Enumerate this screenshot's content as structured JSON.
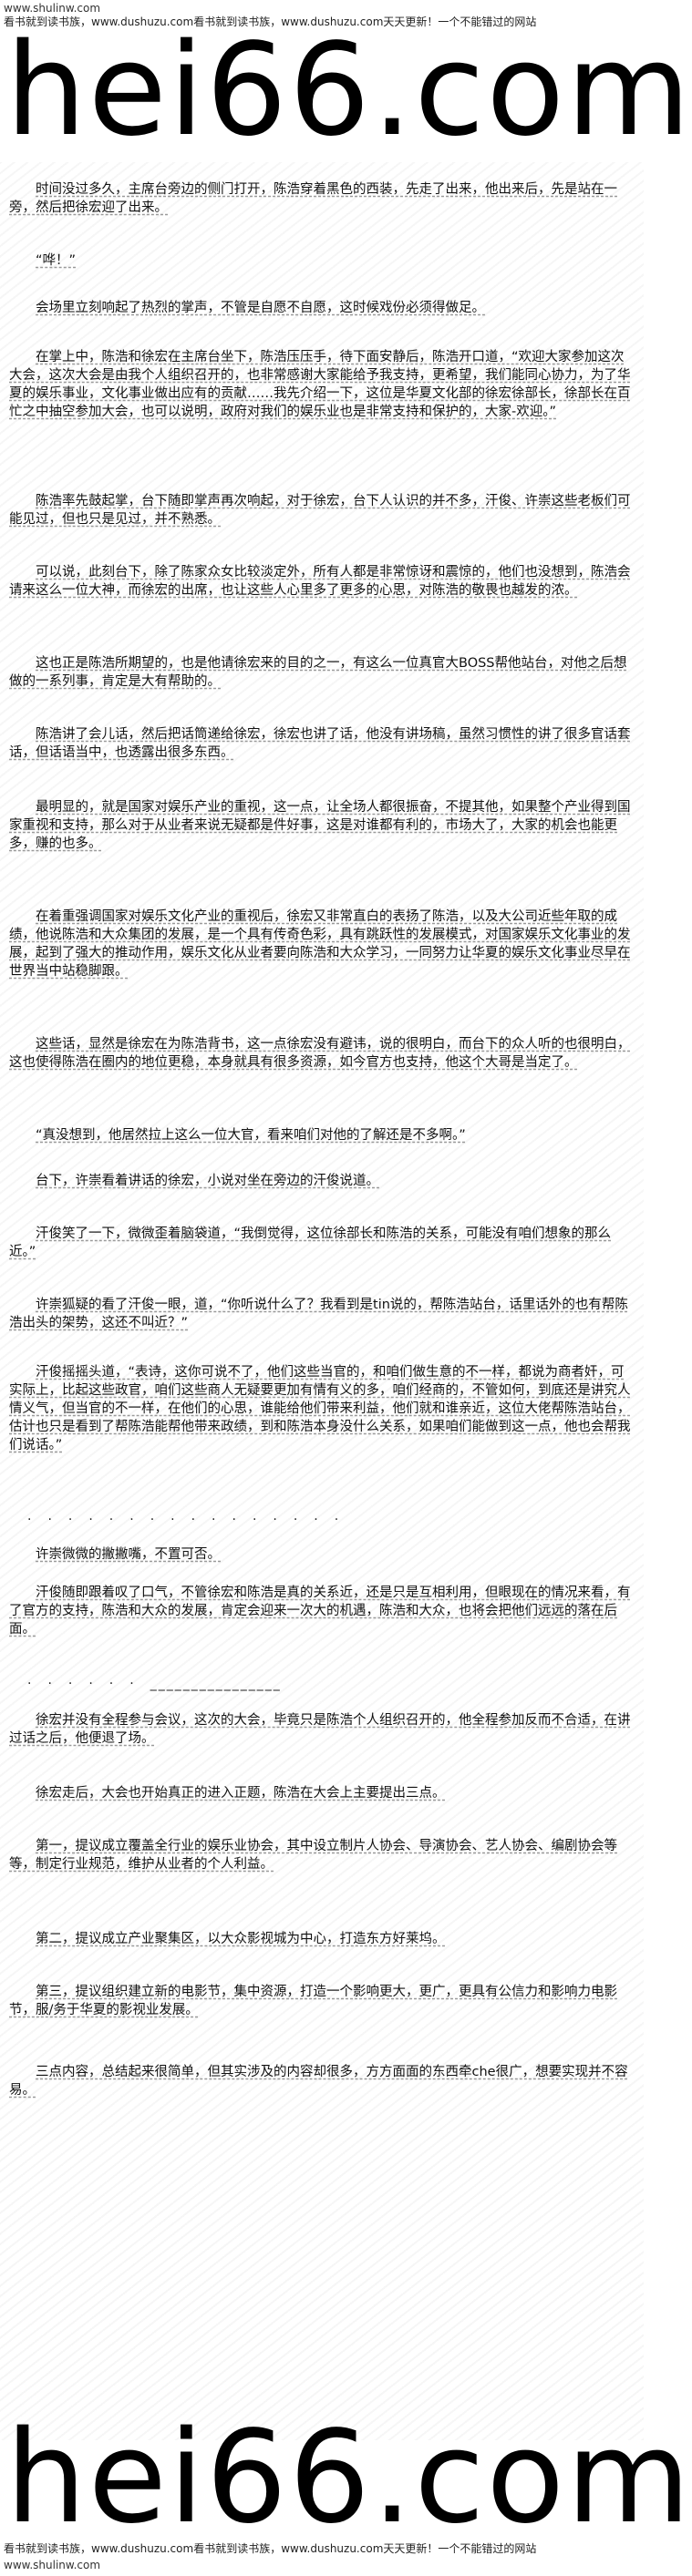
{
  "header": {
    "site_url": "www.shulinw.com",
    "banner": "看书就到读书族，www.dushuzu.com看书就到读书族，www.dushuzu.com天天更新！一个不能错过的网站",
    "logo_text": "hei66.com"
  },
  "article": {
    "paragraphs": [
      "时间没过多久，主席台旁边的侧门打开，陈浩穿着黑色的西装，先走了出来，他出来后，先是站在一旁，然后把徐宏迎了出来。",
      "“哗！”",
      "会场里立刻响起了热烈的掌声，不管是自愿不自愿，这时候戏份必须得做足。",
      "在掌上中，陈浩和徐宏在主席台坐下，陈浩压压手，待下面安静后，陈浩开口道，“欢迎大家参加这次大会，这次大会是由我个人组织召开的，也非常感谢大家能给予我支持，更希望，我们能同心协力，为了华夏的娱乐事业，文化事业做出应有的贡献……我先介绍一下，这位是华夏文化部的徐宏徐部长，徐部长在百忙之中抽空参加大会，也可以说明，政府对我们的娱乐业也是非常支持和保护的，大家-欢迎。”",
      "陈浩率先鼓起掌，台下随即掌声再次响起，对于徐宏，台下人认识的并不多，汗俊、许崇这些老板们可能见过，但也只是见过，并不熟悉。",
      "可以说，此刻台下，除了陈家众女比较淡定外，所有人都是非常惊讶和震惊的，他们也没想到，陈浩会请来这么一位大神，而徐宏的出席，也让这些人心里多了更多的心思，对陈浩的敬畏也越发的浓。",
      "这也正是陈浩所期望的，也是他请徐宏来的目的之一，有这么一位真官大BOSS帮他站台，对他之后想做的一系列事，肯定是大有帮助的。",
      "陈浩讲了会儿话，然后把话筒递给徐宏，徐宏也讲了话，他没有讲场稿，虽然习惯性的讲了很多官话套话，但话语当中，也透露出很多东西。",
      "最明显的，就是国家对娱乐产业的重视，这一点，让全场人都很振奋，不提其他，如果整个产业得到国家重视和支持，那么对于从业者来说无疑都是件好事，这是对谁都有利的，市场大了，大家的机会也能更多，赚的也多。",
      "在着重强调国家对娱乐文化产业的重视后，徐宏又非常直白的表扬了陈浩，以及大公司近些年取的成绩，他说陈浩和大众集团的发展，是一个具有传奇色彩，具有跳跃性的发展模式，对国家娱乐文化事业的发展，起到了强大的推动作用，娱乐文化从业者要向陈浩和大众学习，一同努力让华夏的娱乐文化事业尽早在世界当中站稳脚跟。",
      "这些话，显然是徐宏在为陈浩背书，这一点徐宏没有避讳，说的很明白，而台下的众人听的也很明白，这也使得陈浩在圈内的地位更稳，本身就具有很多资源，如今官方也支持，他这个大哥是当定了。",
      "“真没想到，他居然拉上这么一位大官，看来咱们对他的了解还是不多啊。”",
      "台下，许崇看着讲话的徐宏，小说对坐在旁边的汗俊说道。",
      "汗俊笑了一下，微微歪着脑袋道，“我倒觉得，这位徐部长和陈浩的关系，可能没有咱们想象的那么近。”",
      "许崇狐疑的看了汗俊一眼，道，“你听说什么了？我看到是tin说的，帮陈浩站台，话里话外的也有帮陈浩出头的架势，这还不叫近？”",
      "汗俊摇摇头道，“表诗，这你可说不了，他们这些当官的，和咱们做生意的不一样，都说为商者奸，可实际上，比起这些政官，咱们这些商人无疑要更加有情有义的多，咱们经商的，不管如何，到底还是讲究人情义气，但当官的不一样，在他们的心思，谁能给他们带来利益，他们就和谁亲近，这位大佬帮陈浩站台，估计也只是看到了帮陈浩能帮他带来政绩，到和陈浩本身没什么关系，如果咱们能做到这一点，他也会帮我们说话。”",
      "许崇微微的撇撇嘴，不置可否。",
      "汗俊随即跟着叹了口气，不管徐宏和陈浩是真的关系近，还是只是互相利用，但眼现在的情况来看，有了官方的支持，陈浩和大众的发展，肯定会迎来一次大的机遇，陈浩和大众，也将会把他们远远的落在后面。",
      "徐宏并没有全程参与会议，这次的大会，毕竟只是陈浩个人组织召开的，他全程参加反而不合适，在讲过话之后，他便退了场。",
      "徐宏走后，大会也开始真正的进入正题，陈浩在大会上主要提出三点。",
      "第一，提议成立覆盖全行业的娱乐业协会，其中设立制片人协会、导演协会、艺人协会、编剧协会等等，制定行业规范，维护从业者的个人利益。",
      "第二，提议成立产业聚集区，以大众影视城为中心，打造东方好莱坞。",
      "第三，提议组织建立新的电影节，集中资源，打造一个影响更大，更广，更具有公信力和影响力电影节，服/务于华夏的影视业发展。",
      "三点内容，总结起来很简单，但其实涉及的内容却很多，方方面面的东西牵che很广，想要实现并不容易。"
    ],
    "separators": [
      "·　·　·　·　·　·　·　·　·　·　·　·　·　·　·　·",
      "·　·　·　·　·　·　________________"
    ]
  },
  "footer": {
    "logo_text": "hei66.com",
    "banner": "看书就到读书族，www.dushuzu.com看书就到读书族，www.dushuzu.com天天更新！一个不能错过的网站",
    "site_url": "www.shulinw.com"
  }
}
